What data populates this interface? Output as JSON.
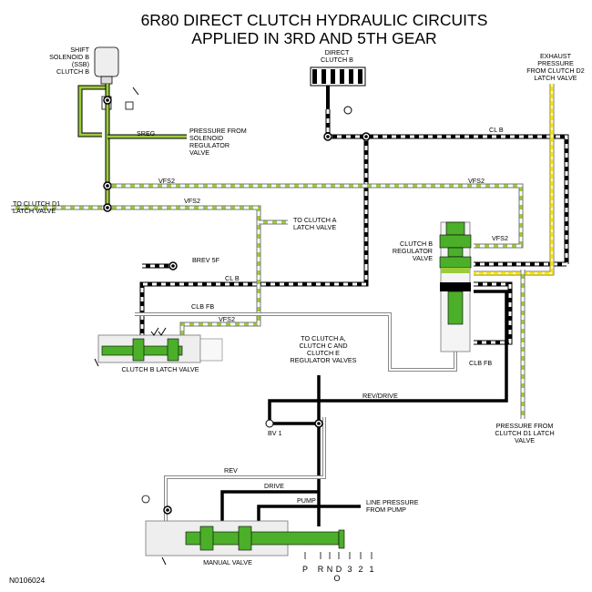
{
  "title": {
    "line1": "6R80 DIRECT CLUTCH HYDRAULIC CIRCUITS",
    "line2": "APPLIED IN 3RD AND 5TH GEAR"
  },
  "labels": {
    "shift_solenoid": [
      "SHIFT",
      "SOLENOID B",
      "(SSB)",
      "CLUTCH B"
    ],
    "direct_clutch": [
      "DIRECT",
      "CLUTCH B"
    ],
    "exhaust_pressure": [
      "EXHAUST",
      "PRESSURE",
      "FROM CLUTCH D2",
      "LATCH VALVE"
    ],
    "pressure_from_solenoid": [
      "PRESSURE FROM",
      "SOLENOID",
      "REGULATOR",
      "VALVE"
    ],
    "sreg": "SREG",
    "clb_top": "CL B",
    "vfs2_a": "VFS2",
    "vfs2_b": "VFS2",
    "vfs2_c": "VFS2",
    "vfs2_d": "VFS2",
    "vfs2_e": "VFS2",
    "to_clutch_d1": [
      "TO CLUTCH D1",
      "LATCH VALVE"
    ],
    "to_clutch_a": [
      "TO CLUTCH A",
      "LATCH VALVE"
    ],
    "clutch_b_regulator": [
      "CLUTCH B",
      "REGULATOR",
      "VALVE"
    ],
    "brev5f": "BREV 5F",
    "clb_mid": "CL B",
    "clbfb_top": "CLB FB",
    "clbfb_bottom": "CLB FB",
    "clutch_b_latch_valve": "CLUTCH B LATCH VALVE",
    "to_clutch_ace": [
      "TO CLUTCH A,",
      "CLUTCH C AND",
      "CLUTCH E",
      "REGULATOR VALVES"
    ],
    "rev_drive": "REV/DRIVE",
    "bv1": "BV 1",
    "pressure_from_d1": [
      "PRESSURE FROM",
      "CLUTCH D1 LATCH",
      "VALVE"
    ],
    "rev": "REV",
    "drive": "DRIVE",
    "pump": "PUMP",
    "line_pressure": [
      "LINE PRESSURE",
      "FROM PUMP"
    ],
    "manual_valve": "MANUAL VALVE",
    "gear_positions": [
      "P",
      "R",
      "N",
      "D",
      "3",
      "2",
      "1"
    ],
    "o_marker": "O",
    "figure_code": "N0106024"
  },
  "colors": {
    "valve_green": "#4caf2a",
    "valve_dark_green": "#2e7d1a",
    "signal_yellow": "#f2e21a",
    "vfs_green": "#9ccc3a",
    "black": "#000000",
    "gray": "#9a9a9a",
    "body_gray": "#eeeeee"
  }
}
